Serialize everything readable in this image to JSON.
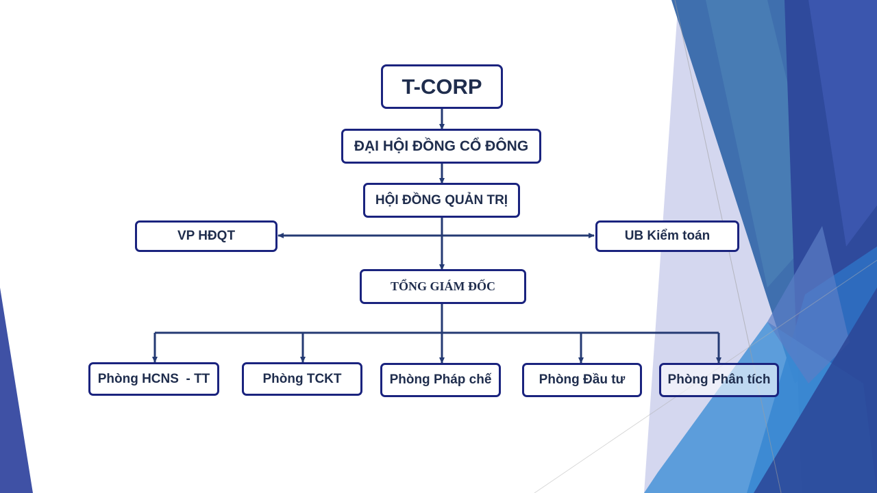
{
  "org": {
    "root": "T-CORP",
    "shareholders": "ĐẠI HỘI ĐỒNG CỔ ĐÔNG",
    "board": "HỘI ĐỒNG QUẢN TRỊ",
    "board_office": "VP HĐQT",
    "audit_committee": "UB Kiểm toán",
    "ceo": "TỔNG GIÁM ĐỐC",
    "departments": [
      "Phòng HCNS  - TT",
      "Phòng TCKT",
      "Phòng Pháp chế",
      "Phòng Đầu tư",
      "Phòng Phân tích"
    ]
  },
  "colors": {
    "node_border": "#1a237e",
    "node_text": "#1f2d4d",
    "connector": "#243a73",
    "background": "#ffffff"
  }
}
